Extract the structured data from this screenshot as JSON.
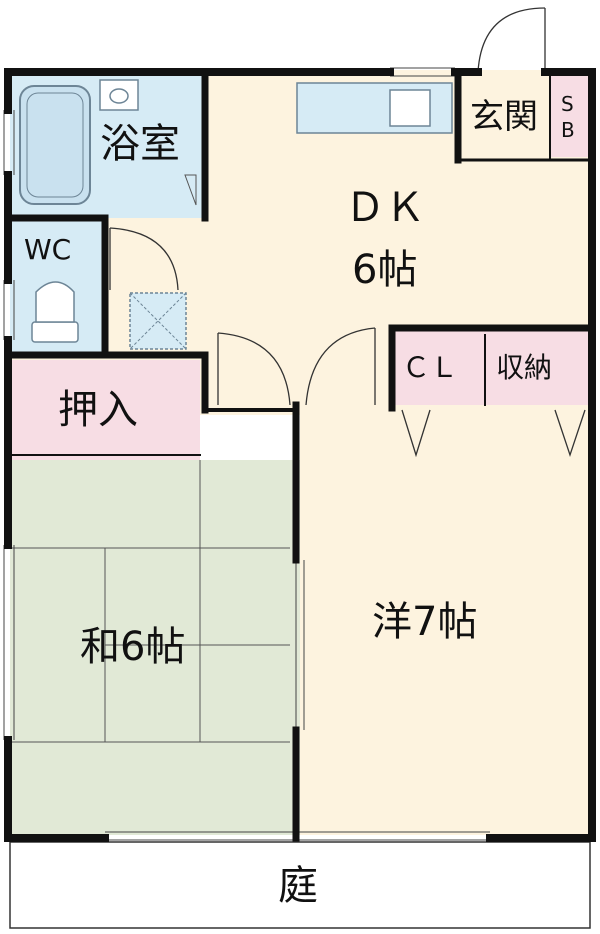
{
  "rooms": {
    "bath": "浴室",
    "wc": "WC",
    "dk_line1": "ＤＫ",
    "dk_line2": "6帖",
    "genkan": "玄関",
    "sb_s": "S",
    "sb_b": "B",
    "cl": "ＣＬ",
    "closet": "収納",
    "oshiire": "押入",
    "washitsu": "和6帖",
    "youshitsu": "洋7帖",
    "garden": "庭"
  },
  "colors": {
    "wall": "#111111",
    "wet_area": "#d6ebf5",
    "dk_floor": "#fdf3df",
    "storage": "#f7dde4",
    "tatami": "#e1e9d6",
    "youshitsu_floor": "#fdf3df",
    "genkan_floor": "#fdf3df",
    "fixture_line": "#7a8a99"
  }
}
